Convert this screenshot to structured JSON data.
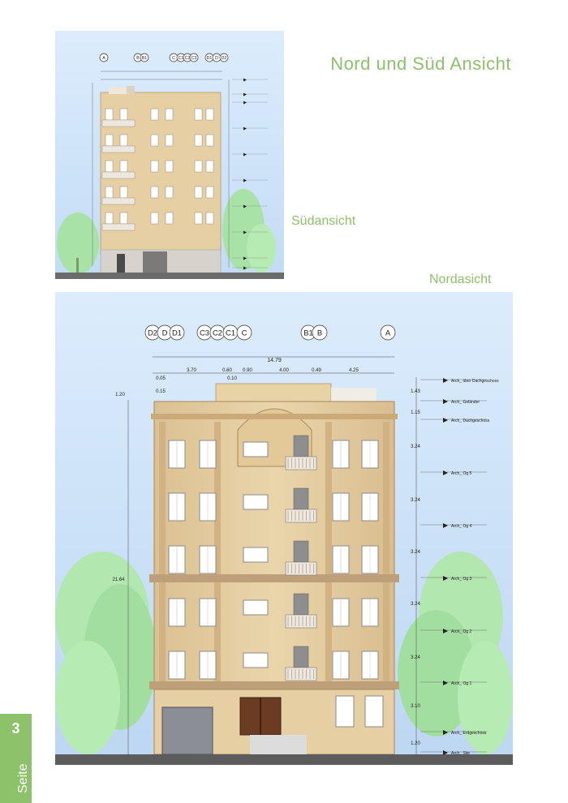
{
  "page": {
    "title": "Nord und Süd Ansicht",
    "south_label": "Südansicht",
    "north_label": "Nordasicht",
    "page_number": "3",
    "page_word": "Seite"
  },
  "colors": {
    "accent": "#8dc26a",
    "sky": "#cfe5fb",
    "facade": "#e6cfa3",
    "tree": "#a8e2a6"
  },
  "north": {
    "axes_left": [
      "D2",
      "D",
      "D1"
    ],
    "axes_mid": [
      "C3",
      "C2",
      "C1",
      "C"
    ],
    "axes_b": [
      "B1",
      "B"
    ],
    "axis_a": "A",
    "dim_total": "14.79",
    "dims": [
      "3.70",
      "0.60",
      "0.90",
      "4.00",
      "0.49",
      "4.25"
    ],
    "dim_small": [
      "0.05",
      "0.10",
      "0.15"
    ],
    "left_dims": [
      "1.20",
      "21.64"
    ],
    "right_dims": [
      "1.43",
      "1.15",
      "3.24",
      "3.24",
      "3.24",
      "3.24",
      "3.24",
      "3.10",
      "1.20"
    ],
    "levels": [
      "Arch_ über Dachgeschoss",
      "Arch_ Geländer",
      "Arch_ Dachgeschoss",
      "Arch_ Og 5",
      "Arch_ Og 4",
      "Arch_ Og 3",
      "Arch_ Og 2",
      "Arch_ Og 1",
      "Arch_ Erdgeschoss",
      "Arch_ Site"
    ]
  },
  "south": {
    "axes": [
      "A",
      "B",
      "B1",
      "C",
      "C1",
      "C2",
      "C3",
      "D1",
      "D",
      "D2"
    ]
  }
}
